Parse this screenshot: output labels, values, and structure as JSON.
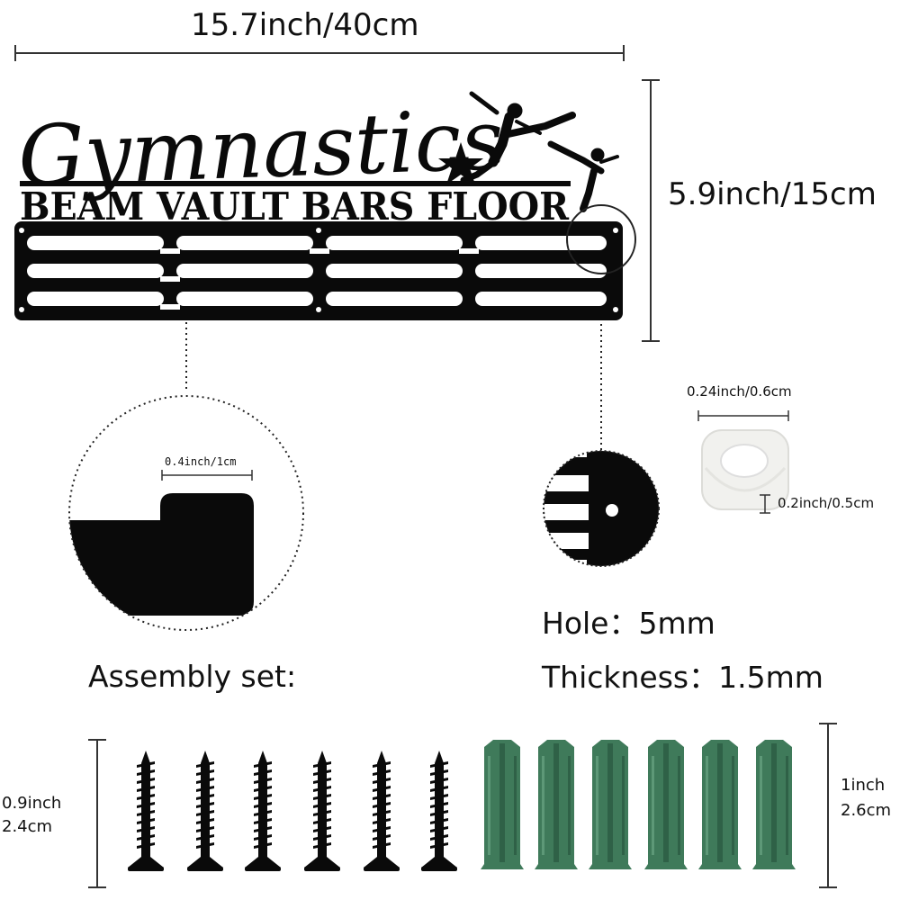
{
  "dimensions": {
    "width": "15.7inch/40cm",
    "height": "5.9inch/15cm",
    "hook": "0.4inch/1cm",
    "spacer_width": "0.24inch/0.6cm",
    "spacer_height": "0.2inch/0.5cm",
    "screw_length_in": "0.9inch",
    "screw_length_cm": "2.4cm",
    "anchor_length_in": "1inch",
    "anchor_length_cm": "2.6cm"
  },
  "specs": {
    "hole": "Hole：5mm",
    "thickness": "Thickness：1.5mm"
  },
  "assembly": {
    "label": "Assembly set:"
  },
  "hanger": {
    "script_text": "Gymnastics",
    "subtitle_text": "BEAM VAULT BARS FLOOR"
  },
  "colors": {
    "metal": "#0a0a0a",
    "anchor": "#3f7a5a",
    "spacer": "#f1f1ee"
  },
  "icons": {
    "gymnast_silhouettes": "gymnast-figure-icon",
    "star": "star-icon"
  }
}
